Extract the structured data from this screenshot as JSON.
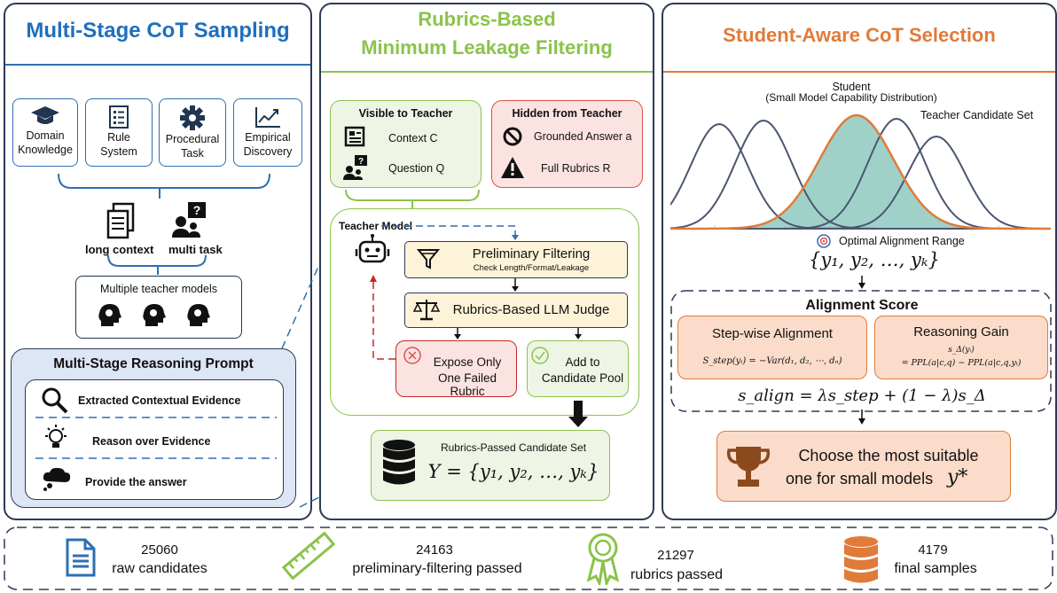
{
  "panel1": {
    "title": "Multi-Stage CoT Sampling",
    "categories": [
      {
        "label": "Domain Knowledge",
        "icon": "graduation-cap-icon"
      },
      {
        "label": "Rule System",
        "icon": "checklist-icon"
      },
      {
        "label": "Procedural Task",
        "icon": "gear-icon"
      },
      {
        "label": "Empirical Discovery",
        "icon": "trend-chart-icon"
      }
    ],
    "long_context": "long context",
    "multi_task": "multi task",
    "teachers_label": "Multiple teacher models",
    "prompt_title": "Multi-Stage Reasoning Prompt",
    "prompt_steps": [
      "Extracted Contextual Evidence",
      "Reason over Evidence",
      "Provide the answer"
    ]
  },
  "panel2": {
    "title_line1": "Rubrics-Based",
    "title_line2": "Minimum Leakage Filtering",
    "visible_title": "Visible to Teacher",
    "visible_items": [
      "Context C",
      "Question Q"
    ],
    "hidden_title": "Hidden from Teacher",
    "hidden_items": [
      "Grounded Answer a",
      "Full Rubrics R"
    ],
    "teacher_model": "Teacher Model",
    "prelim_title": "Preliminary Filtering",
    "prelim_sub": "Check Length/Format/Leakage",
    "judge": "Rubrics-Based LLM Judge",
    "fail_line1": "Expose Only",
    "fail_line2": "One Failed Rubric",
    "pass_line1": "Add to",
    "pass_line2": "Candidate Pool",
    "candidate_set_title": "Rubrics-Passed Candidate Set",
    "candidate_set_formula": "Y = {y₁, y₂, …, yₖ}"
  },
  "panel3": {
    "title": "Student-Aware CoT Selection",
    "student_line1": "Student",
    "student_line2": "(Small Model Capability Distribution)",
    "teacher_set": "Teacher Candidate Set",
    "optimal_range": "Optimal Alignment Range",
    "set_formula": "{y₁, y₂, …, yₖ}",
    "alignment_title": "Alignment Score",
    "stepwise_title": "Step-wise Alignment",
    "stepwise_formula": "S_step(yᵢ) = −Var(d₁, d₂, ⋯, dₙ)",
    "gain_title": "Reasoning Gain",
    "gain_formula_1": "s_Δ(yᵢ)",
    "gain_formula_2": "= PPL(a|c,q) − PPL(a|c,q,yᵢ)",
    "align_formula": "s_align = λs_step + (1 − λ)s_Δ",
    "choose_line1": "Choose the most suitable",
    "choose_line2": "one for small models",
    "choose_symbol": "y*"
  },
  "stats": [
    {
      "value": "25060",
      "label": "raw candidates",
      "icon": "document-icon",
      "color": "#2e6fb0"
    },
    {
      "value": "24163",
      "label": "preliminary-filtering passed",
      "icon": "ruler-icon",
      "color": "#8bc34a"
    },
    {
      "value": "21297",
      "label": "rubrics passed",
      "icon": "award-ribbon-icon",
      "color": "#8bc34a"
    },
    {
      "value": "4179",
      "label": "final samples",
      "icon": "database-icon",
      "color": "#e07b39"
    }
  ],
  "colors": {
    "blue": "#2e6fb0",
    "green": "#8bc34a",
    "orange": "#e07b39",
    "dark": "#2e3a55"
  }
}
